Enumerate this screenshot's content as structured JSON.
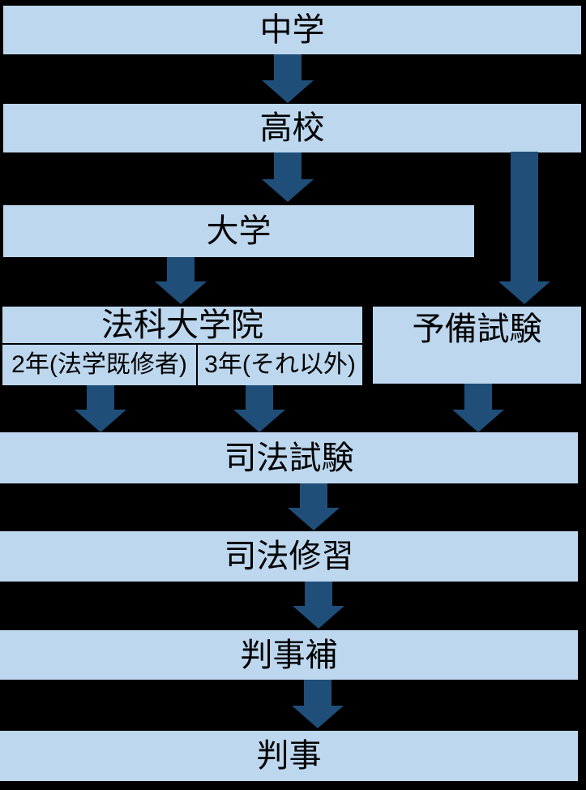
{
  "colors": {
    "background": "#000000",
    "box_fill": "#BDD7EE",
    "arrow": "#1F4E79",
    "text": "#000000",
    "divider": "#000000"
  },
  "nodes": {
    "junior_high": "中学",
    "high_school": "高校",
    "university": "大学",
    "law_school": "法科大学院",
    "law_school_track_2yr": "2年(法学既修者)",
    "law_school_track_3yr": "3年(それ以外)",
    "preliminary_exam": "予備試験",
    "bar_exam": "司法試験",
    "legal_training": "司法修習",
    "assistant_judge": "判事補",
    "judge": "判事"
  }
}
